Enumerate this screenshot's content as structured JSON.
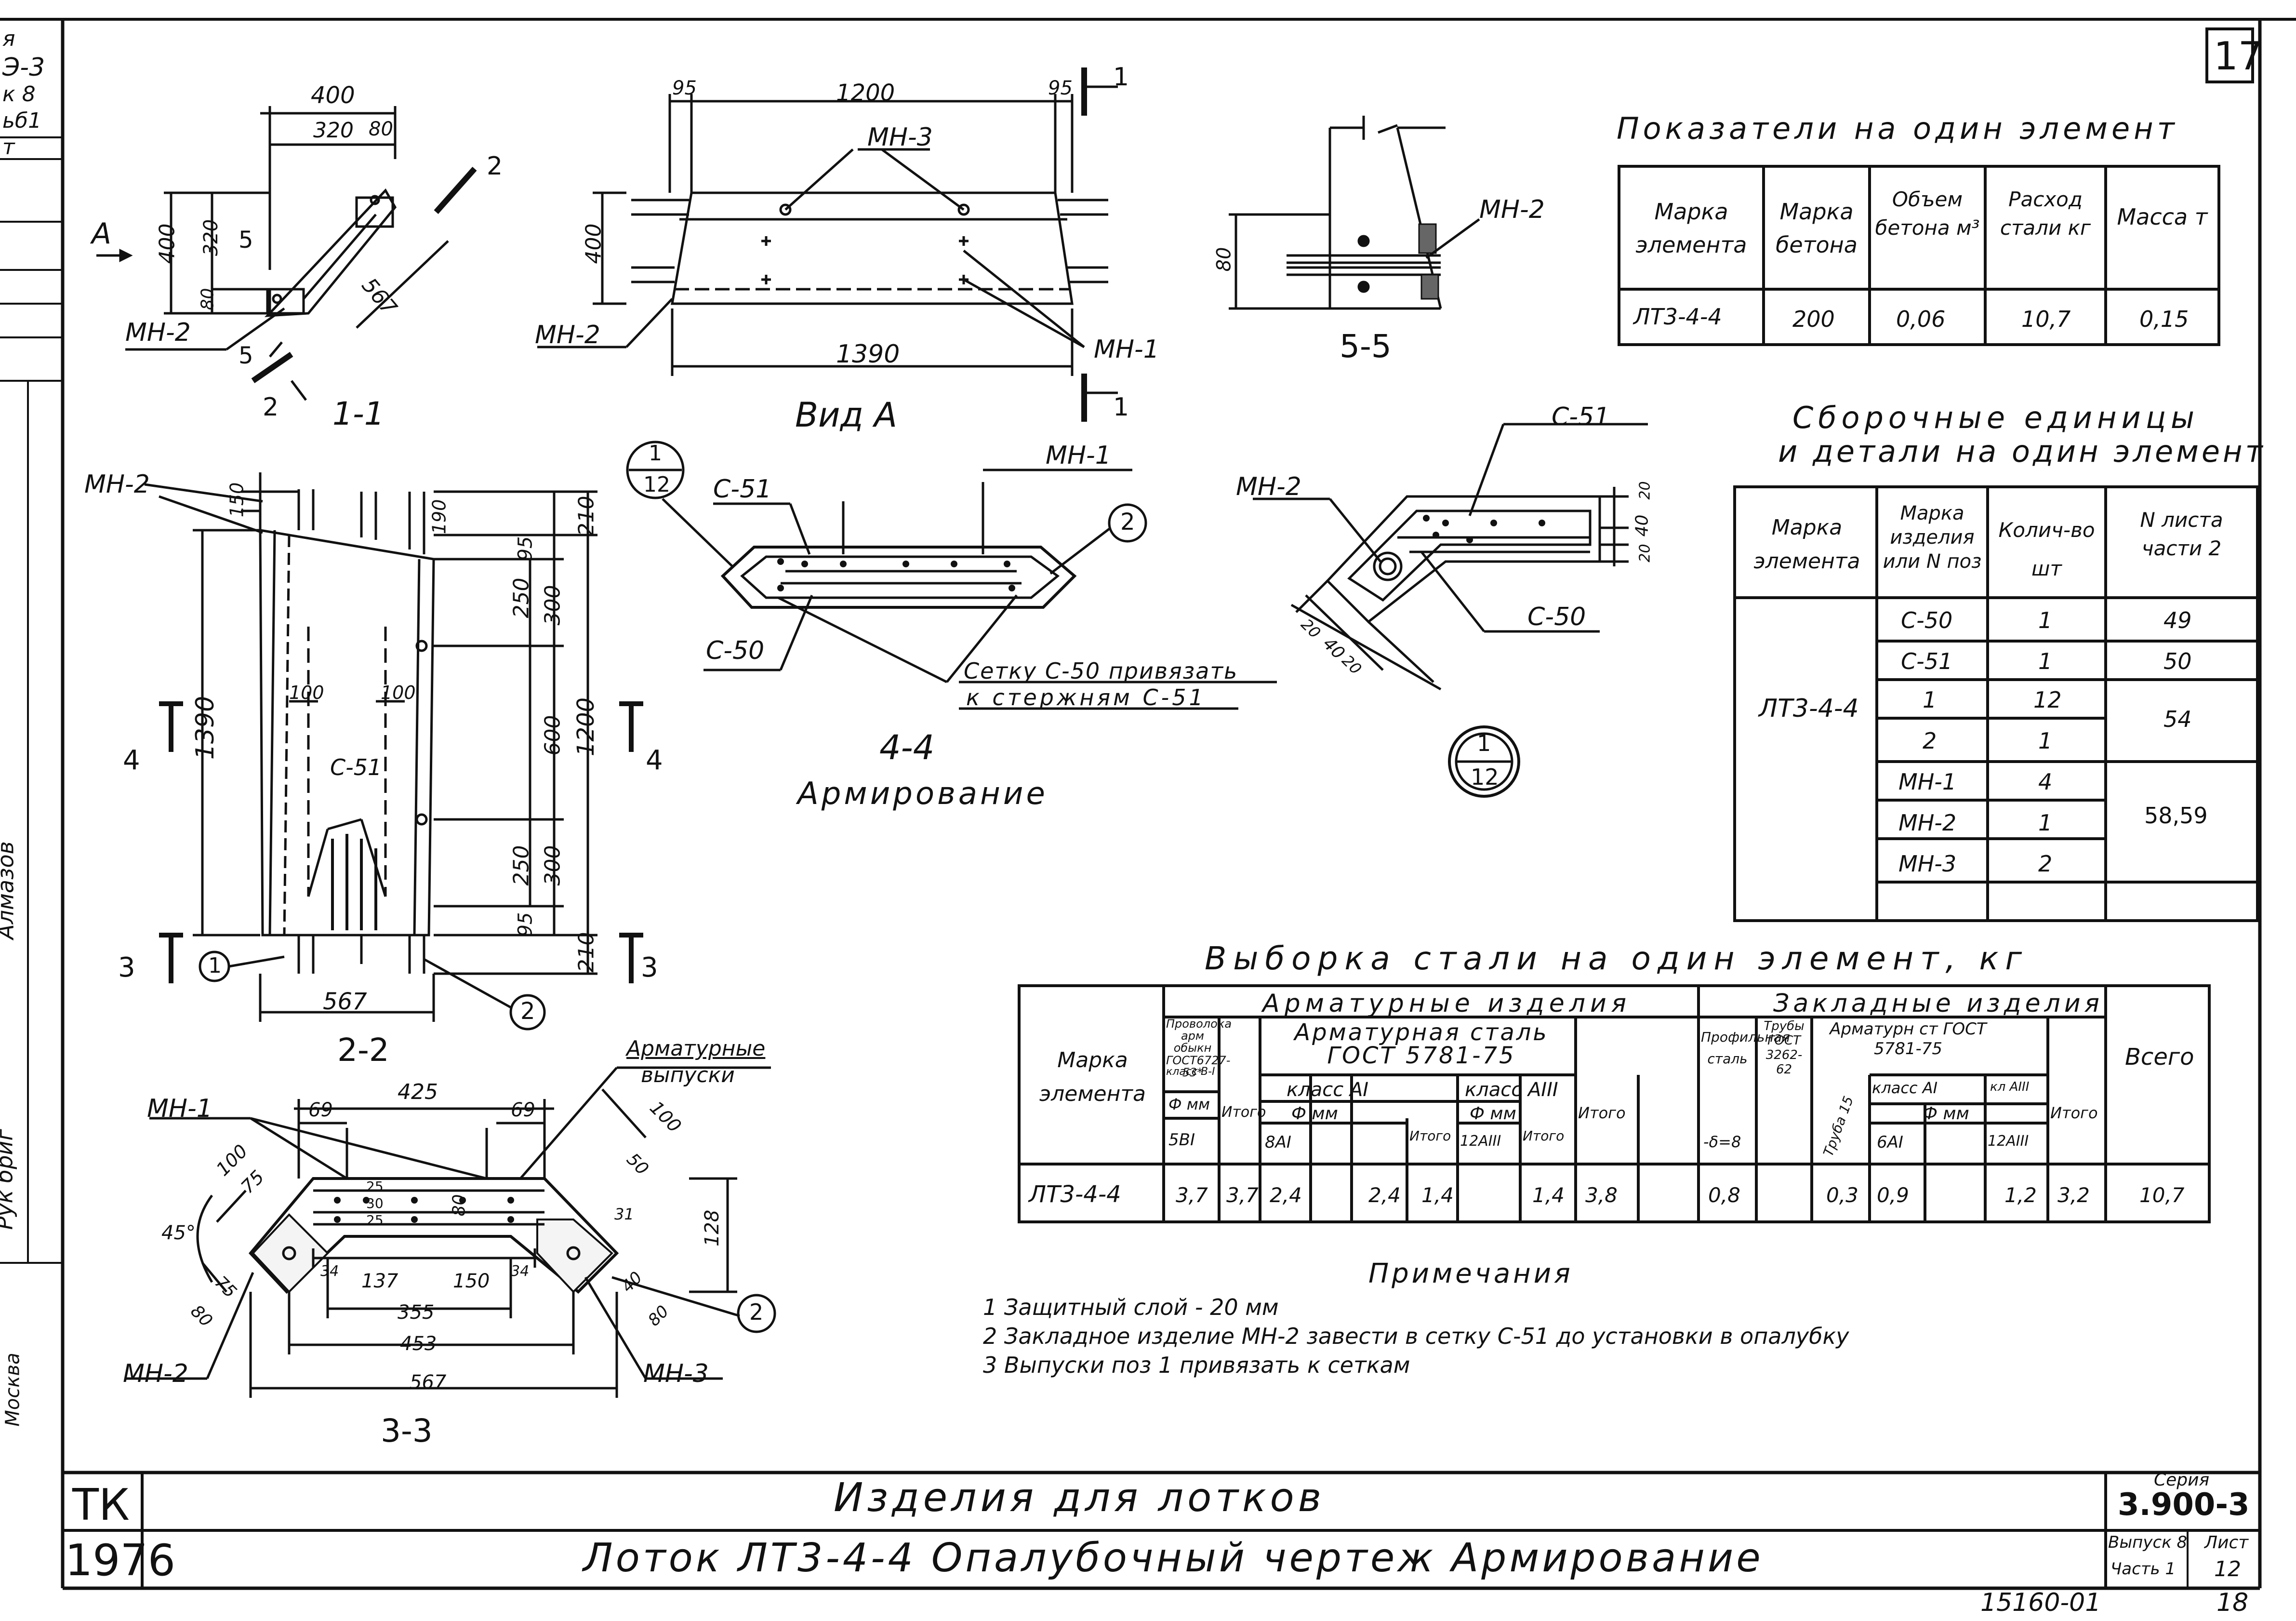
{
  "sheet_number": "17",
  "left_margin": {
    "frag1": "я",
    "frag2": "Э-3",
    "frag3": "к 8",
    "frag4": "ьб1",
    "frag5": "т",
    "sig1": "Рук бриг",
    "sig2": "Алмазов",
    "sig3": "Москва"
  },
  "views": {
    "s11": {
      "title": "1-1",
      "dims": [
        "400",
        "320",
        "80",
        "400",
        "320",
        "80",
        "567"
      ],
      "labels": [
        "А",
        "5",
        "5",
        "2",
        "2",
        "МН-2"
      ]
    },
    "vidA": {
      "title": "Вид А",
      "dims": [
        "95",
        "1200",
        "95",
        "400",
        "1390"
      ],
      "labels": [
        "МН-3",
        "МН-2",
        "МН-1",
        "1",
        "1"
      ]
    },
    "s55": {
      "title": "5-5",
      "dims": [
        "80"
      ],
      "labels": [
        "МН-2"
      ]
    },
    "s22": {
      "title": "2-2",
      "dims": [
        "150",
        "190",
        "210",
        "95",
        "250",
        "300",
        "600",
        "1200",
        "1390",
        "100",
        "100",
        "250",
        "300",
        "95",
        "210",
        "567"
      ],
      "labels": [
        "МН-2",
        "С-51",
        "4",
        "4",
        "3",
        "3",
        "1",
        "2"
      ]
    },
    "s44": {
      "title": "4-4",
      "subtitle": "Армирование",
      "labels": [
        "1",
        "12",
        "С-51",
        "МН-1",
        "2",
        "С-50"
      ],
      "note1": "Сетку С-50 привязать",
      "note2": "к стержням С-51"
    },
    "detail": {
      "labels": [
        "С-51",
        "МН-2",
        "С-50",
        "1",
        "12"
      ],
      "dims": [
        "40",
        "20",
        "20",
        "40",
        "20",
        "20"
      ]
    },
    "s33": {
      "title": "3-3",
      "dims": [
        "425",
        "69",
        "69",
        "100",
        "75",
        "45°",
        "25",
        "30",
        "25",
        "80",
        "100",
        "50",
        "31",
        "128",
        "34",
        "137",
        "150",
        "34",
        "355",
        "453",
        "567",
        "75",
        "80",
        "40",
        "80"
      ],
      "labels": [
        "МН-1",
        "Арматурные",
        "выпуски",
        "МН-2",
        "МН-3",
        "2"
      ]
    }
  },
  "table1": {
    "title": "Показатели на один элемент",
    "headers": [
      "Марка элемента",
      "Марка бетона",
      "Объем бетона м³",
      "Расход стали кг",
      "Масса т"
    ],
    "row": [
      "ЛТ3-4-4",
      "200",
      "0,06",
      "10,7",
      "0,15"
    ]
  },
  "table2": {
    "title1": "Сборочные единицы",
    "title2": "и детали на один элемент",
    "headers": [
      "Марка элемента",
      "Марка изделия или N поз",
      "Колич-во шт",
      "N листа части 2"
    ],
    "element": "ЛТ3-4-4",
    "rows": [
      [
        "С-50",
        "1",
        "49"
      ],
      [
        "С-51",
        "1",
        "50"
      ],
      [
        "1",
        "12",
        "54"
      ],
      [
        "2",
        "1",
        ""
      ],
      [
        "МН-1",
        "4",
        "58,59"
      ],
      [
        "МН-2",
        "1",
        ""
      ],
      [
        "МН-3",
        "2",
        ""
      ]
    ]
  },
  "table3": {
    "title": "Выборка стали на один элемент, кг",
    "h_mark": "Марка элемента",
    "h_arm": "Арматурные изделия",
    "h_zakl": "Закладные изделия",
    "h_total": "Всего",
    "h_wire": "Проволока арм обыкн ГОСТ6727-53*",
    "h_steel": "Арматурная сталь ГОСТ 5781-75",
    "h_prof": "Профильная сталь",
    "h_pipe": "Трубы ГОСТ 3262-62",
    "h_armst": "Арматурн ст ГОСТ 5781-75",
    "h_cls_b": "класс В-I",
    "h_cls_a1": "класс АI",
    "h_cls_a3": "класс АIII",
    "h_cls_a1b": "класс АI",
    "h_cls_a3b": "кл АIII",
    "h_fmm1": "Ф мм",
    "h_fmm2": "Ф мм",
    "h_fmm3": "Ф мм",
    "h_fmm4": "Ф мм",
    "h_itogo": "Итого",
    "h_5bi": "5ВI",
    "h_8ai": "8АI",
    "h_12a3": "12АIII",
    "h_d8": "-δ=8",
    "h_truba": "Труба 15",
    "h_6ai": "6АI",
    "h_12a3b": "12АIII",
    "row": [
      "ЛТ3-4-4",
      "3,7",
      "3,7",
      "2,4",
      "",
      "2,4",
      "1,4",
      "",
      "1,4",
      "3,8",
      "0,8",
      "",
      "0,3",
      "0,9",
      "",
      "1,2",
      "3,2",
      "10,7"
    ]
  },
  "notes": {
    "title": "Примечания",
    "items": [
      "1  Защитный      слой  - 20 мм",
      "2  Закладное  изделие  МН-2  завести  в  сетку  С-51 до установки в опалубку",
      "3  Выпуски  поз 1  привязать   к  сеткам"
    ]
  },
  "title_block": {
    "org": "ТК",
    "year": "1976",
    "line1": "Изделия   для   лотков",
    "line2": "Лоток  ЛТ3-4-4 Опалубочный   чертеж  Армирование",
    "seria_label": "Серия",
    "seria": "3.900-3",
    "vypusk": "Выпуск 8",
    "chast": "Часть 1",
    "list_label": "Лист",
    "list_no": "12"
  },
  "footer": {
    "code": "15160-01",
    "page": "18"
  }
}
